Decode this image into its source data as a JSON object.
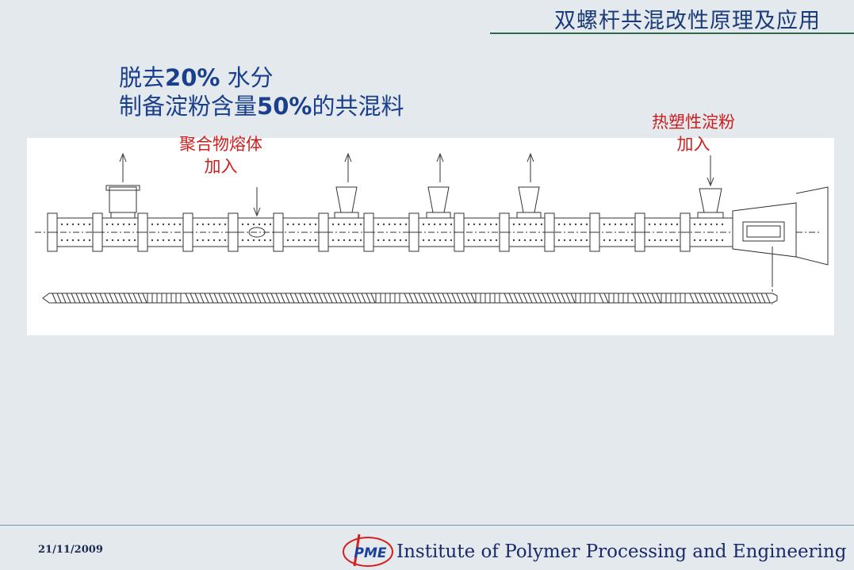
{
  "slide": {
    "title": "双螺杆共混改性原理及应用",
    "heading": {
      "line1_pre": "脱去",
      "line1_bold": "20%",
      "line1_post": " 水分",
      "line2_pre": "制备淀粉含量",
      "line2_bold": "50%",
      "line2_post": "的共混料"
    },
    "labels": {
      "melt_feed_line1": "聚合物熔体",
      "melt_feed_line2": "加入",
      "starch_feed_line1": "热塑性淀粉",
      "starch_feed_line2": "加入"
    },
    "footer": {
      "date": "21/11/2009",
      "logo_text": "PME",
      "institute": "Institute of Polymer Processing and Engineering"
    }
  },
  "colors": {
    "background": "#e3e9ec",
    "title": "#1a3a78",
    "heading": "#1a3f8c",
    "label_red": "#cc1f1f",
    "logo_red": "#d32020",
    "logo_blue": "#1a3f9c"
  },
  "diagram": {
    "barrel_sections": 15,
    "vent_ports": 4,
    "feed_hoppers": 2
  }
}
